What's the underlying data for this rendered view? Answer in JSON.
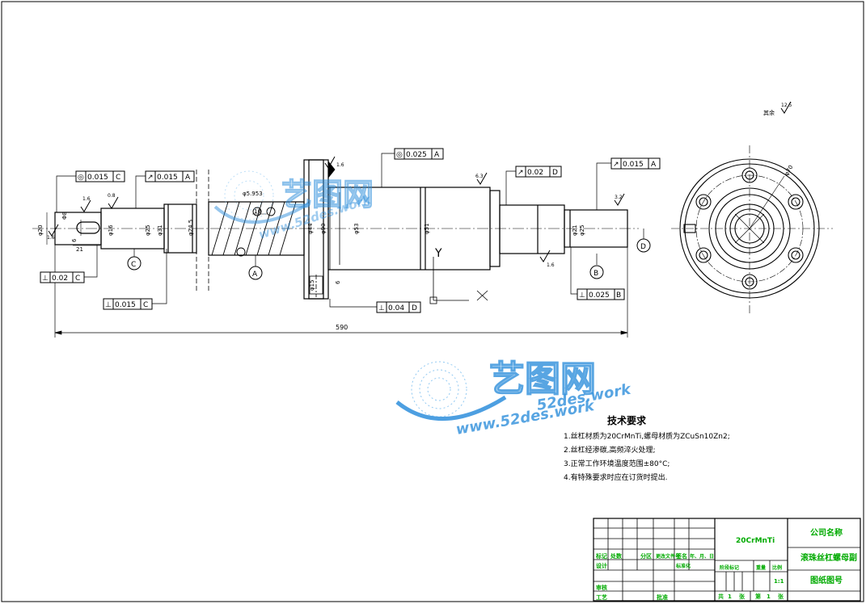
{
  "dimensions": {
    "d20": "φ20",
    "d16": "φ16",
    "d25_left": "φ25",
    "d31": "φ31",
    "d24_5": "φ24.5",
    "d44": "φ44",
    "d90": "φ90",
    "d53": "φ53",
    "d51": "φ51",
    "d21": "φ21",
    "d25_right": "φ25",
    "d15": "φ15",
    "d5_983": "φ5.953",
    "d70": "φ70",
    "len21": "21",
    "len10": "10",
    "len6": "6",
    "len590": "590",
    "key_w": "Φ8",
    "key_h": "6"
  },
  "tolerances": {
    "t1": {
      "sym": "◎",
      "val": "0.015",
      "ref": "C"
    },
    "t2": {
      "sym": "↗",
      "val": "0.015",
      "ref": "A"
    },
    "t3": {
      "sym": "◎",
      "val": "0.025",
      "ref": "A"
    },
    "t4": {
      "sym": "↗",
      "val": "0.02",
      "ref": "D"
    },
    "t5": {
      "sym": "↗",
      "val": "0.015",
      "ref": "A"
    },
    "t6": {
      "sym": "⊥",
      "val": "0.02",
      "ref": "C"
    },
    "t7": {
      "sym": "⊥",
      "val": "0.015",
      "ref": "C"
    },
    "t8": {
      "sym": "⊥",
      "val": "0.04",
      "ref": "D"
    },
    "t9": {
      "sym": "⊥",
      "val": "0.025",
      "ref": "B"
    }
  },
  "datums": {
    "a": "A",
    "b": "B",
    "c": "C",
    "d": "D"
  },
  "roughness": {
    "r1": "1.6",
    "r2": "0.8",
    "r3": "1.6",
    "r4": "6.3",
    "r5": "3.2",
    "r6": "1.6",
    "r7": "1.6",
    "r8": "3.2",
    "r9": "12.5",
    "r10": "其余"
  },
  "axis": {
    "x": "X",
    "y": "Y"
  },
  "requirements": {
    "title": "技术要求",
    "items": [
      "1.丝杠材质为20CrMnTi,螺母材质为ZCuSn10Zn2;",
      "2.丝杠经渗碳,高频淬火处理;",
      "3.正常工作环境温度范围±80°C;",
      "4.有特殊要求时应在订货时提出."
    ]
  },
  "title_block": {
    "material": "20CrMnTi",
    "company": "公司名称",
    "drawing_name": "滚珠丝杠螺母副",
    "drawing_no": "图纸图号",
    "scale": "1:1",
    "labels": {
      "mark": "标记",
      "count": "处数",
      "zone": "分区",
      "change_doc": "更改文件号",
      "sign": "签名",
      "date": "年、月、日",
      "design": "设计",
      "std": "标准化",
      "stage_mark": "阶段标记",
      "weight": "重量",
      "scale_lbl": "比例",
      "review": "审核",
      "process": "工艺",
      "approve": "批准",
      "total": "共",
      "sheet_of": "张",
      "sheet_no": "第",
      "one": "1"
    },
    "colors": {
      "green": "#00aa00",
      "black": "#000000"
    }
  },
  "watermark": {
    "brand_cn": "艺图网",
    "brand_en": "52des.work",
    "url": "www.52des.work",
    "color": "#2f8fdc"
  }
}
